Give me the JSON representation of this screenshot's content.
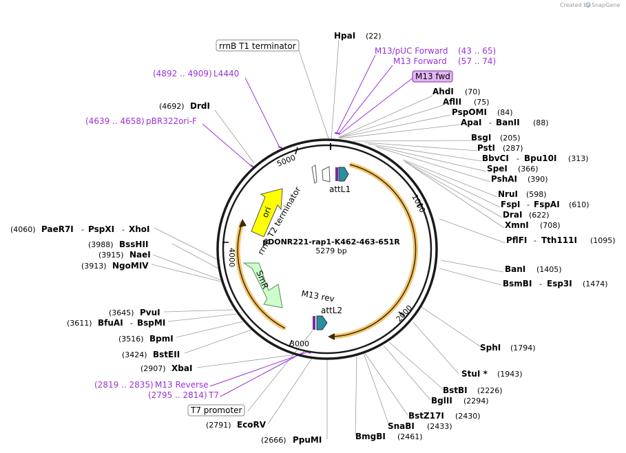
{
  "credit": {
    "prefix": "Created by",
    "brand": "SnapGene"
  },
  "plasmid": {
    "name": "pDONR221-rap1-K462-463-651R",
    "size": "5279 bp"
  },
  "ticks": [
    "1000",
    "2000",
    "3000",
    "4000",
    "5000"
  ],
  "features": {
    "ori": "ori",
    "smr": "SmR",
    "rrnb_t2": "rrnB T2 terminator",
    "attl1": "attL1",
    "attl2": "attL2",
    "m13_rev": "M13 rev"
  },
  "boxed": {
    "rrnb_t1": "rrnB T1 terminator",
    "m13_fwd": "M13 fwd",
    "t7_promoter": "T7 promoter"
  },
  "primers": {
    "l4440": {
      "range": "(4892 .. 4909)",
      "name": "L4440"
    },
    "pbr322": {
      "range": "(4639 .. 4658)",
      "name": "pBR322ori-F"
    },
    "m13puc": {
      "name": "M13/pUC Forward",
      "range": "(43 .. 65)"
    },
    "m13fwd": {
      "name": "M13 Forward",
      "range": "(57 .. 74)"
    },
    "m13rev": {
      "range": "(2819 .. 2835)",
      "name": "M13 Reverse"
    },
    "t7": {
      "range": "(2795 .. 2814)",
      "name": "T7"
    }
  },
  "sites": {
    "hpai": {
      "name": "HpaI",
      "pos": "(22)"
    },
    "ahdi": {
      "name": "AhdI",
      "pos": "(70)"
    },
    "aflii": {
      "name": "AflII",
      "pos": "(75)"
    },
    "pspomi": {
      "name": "PspOMI",
      "pos": "(84)"
    },
    "apai": {
      "name": "ApaI",
      "sep": "-",
      "name2": "BanII",
      "pos": "(88)"
    },
    "bsgi": {
      "name": "BsgI",
      "pos": "(205)"
    },
    "psti": {
      "name": "PstI",
      "pos": "(287)"
    },
    "bbvci": {
      "name": "BbvCI",
      "sep": "-",
      "name2": "Bpu10I",
      "pos": "(313)"
    },
    "spei": {
      "name": "SpeI",
      "pos": "(366)"
    },
    "pshai": {
      "name": "PshAI",
      "pos": "(390)"
    },
    "nrui": {
      "name": "NruI",
      "pos": "(598)"
    },
    "fspi": {
      "name": "FspI",
      "sep": "-",
      "name2": "FspAI",
      "pos": "(610)"
    },
    "drai": {
      "name": "DraI",
      "pos": "(622)"
    },
    "xmni": {
      "name": "XmnI",
      "pos": "(708)"
    },
    "pflfi": {
      "name": "PflFI",
      "sep": "-",
      "name2": "Tth111I",
      "pos": "(1095)"
    },
    "bani": {
      "name": "BanI",
      "pos": "(1405)"
    },
    "bsmbi": {
      "name": "BsmBI",
      "sep": "-",
      "name2": "Esp3I",
      "pos": "(1474)"
    },
    "sphi": {
      "name": "SphI",
      "pos": "(1794)"
    },
    "stui": {
      "name": "StuI *",
      "pos": "(1943)"
    },
    "bstbi": {
      "name": "BstBI",
      "pos": "(2226)"
    },
    "bglii": {
      "name": "BglII",
      "pos": "(2294)"
    },
    "bstz17i": {
      "name": "BstZ17I",
      "pos": "(2430)"
    },
    "snabi": {
      "name": "SnaBI",
      "pos": "(2433)"
    },
    "bmgbi": {
      "name": "BmgBI",
      "pos": "(2461)"
    },
    "ppumi": {
      "pos": "(2666)",
      "name": "PpuMI"
    },
    "ecorv": {
      "pos": "(2791)",
      "name": "EcoRV"
    },
    "xbai": {
      "pos": "(2907)",
      "name": "XbaI"
    },
    "bsteii": {
      "pos": "(3424)",
      "name": "BstEII"
    },
    "bpmi": {
      "pos": "(3516)",
      "name": "BpmI"
    },
    "bfuai": {
      "pos": "(3611)",
      "name": "BfuAI",
      "sep": "-",
      "name2": "BspMI"
    },
    "pvui": {
      "pos": "(3645)",
      "name": "PvuI"
    },
    "ngomiv": {
      "pos": "(3913)",
      "name": "NgoMIV"
    },
    "naei": {
      "pos": "(3915)",
      "name": "NaeI"
    },
    "bsshii": {
      "pos": "(3988)",
      "name": "BssHII"
    },
    "paer7i": {
      "pos": "(4060)",
      "name": "PaeR7I",
      "sep": "-",
      "name2": "PspXI",
      "sep2": "-",
      "name3": "XhoI"
    },
    "drdi": {
      "pos": "(4692)",
      "name": "DrdI"
    }
  },
  "colors": {
    "backbone": "#1a1a1a",
    "orange_highlight": "#f5c46a",
    "ori": "#ffff00",
    "smr": "#ccffcc",
    "attl": "#2a8fa0",
    "primer": "#9a32d6",
    "m13_fwd_fill": "#e2b6f3"
  }
}
